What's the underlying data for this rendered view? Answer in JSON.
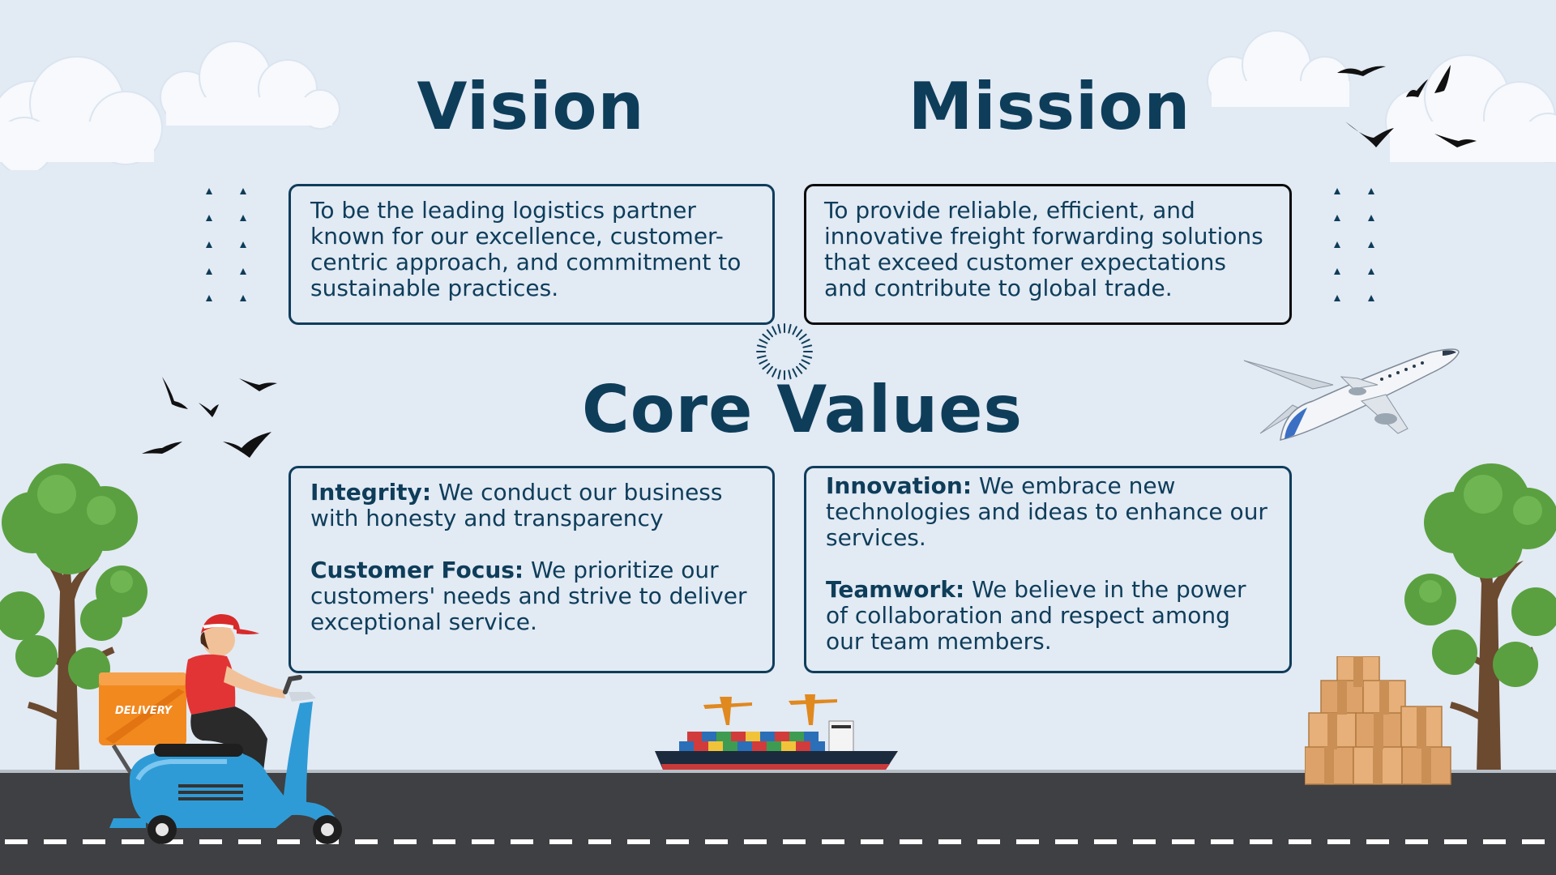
{
  "vision": {
    "title": "Vision",
    "text": "To be the leading logistics partner known for our excellence, customer-centric approach, and commitment to sustainable practices."
  },
  "mission": {
    "title": "Mission",
    "text": "To provide reliable, efficient, and innovative freight forwarding solutions that exceed customer expectations and contribute to global trade."
  },
  "core_values": {
    "title": "Core Values",
    "items": [
      {
        "name": "Integrity:",
        "text": " We conduct our business with honesty and transparency"
      },
      {
        "name": "Customer Focus:",
        "text": " We prioritize our customers' needs and strive to deliver exceptional service."
      },
      {
        "name": "Innovation:",
        "text": " We embrace new technologies and ideas to enhance our services."
      },
      {
        "name": "Teamwork:",
        "text": " We believe in the power of collaboration and respect among our team members."
      }
    ]
  },
  "scooter_box_label": "DELIVERY",
  "colors": {
    "background": "#e2eaf4",
    "heading": "#0e3d5a",
    "road": "#3f4043",
    "tree_leaves": "#5aa040",
    "scooter": "#2f9bd6",
    "delivery_box": "#f2891f"
  },
  "icons": [
    "cloud-icon",
    "bird-icon",
    "airplane-icon",
    "tree-icon",
    "scooter-rider-icon",
    "cargo-ship-icon",
    "cardboard-boxes-icon",
    "triangle-dots-icon",
    "sunburst-icon"
  ]
}
